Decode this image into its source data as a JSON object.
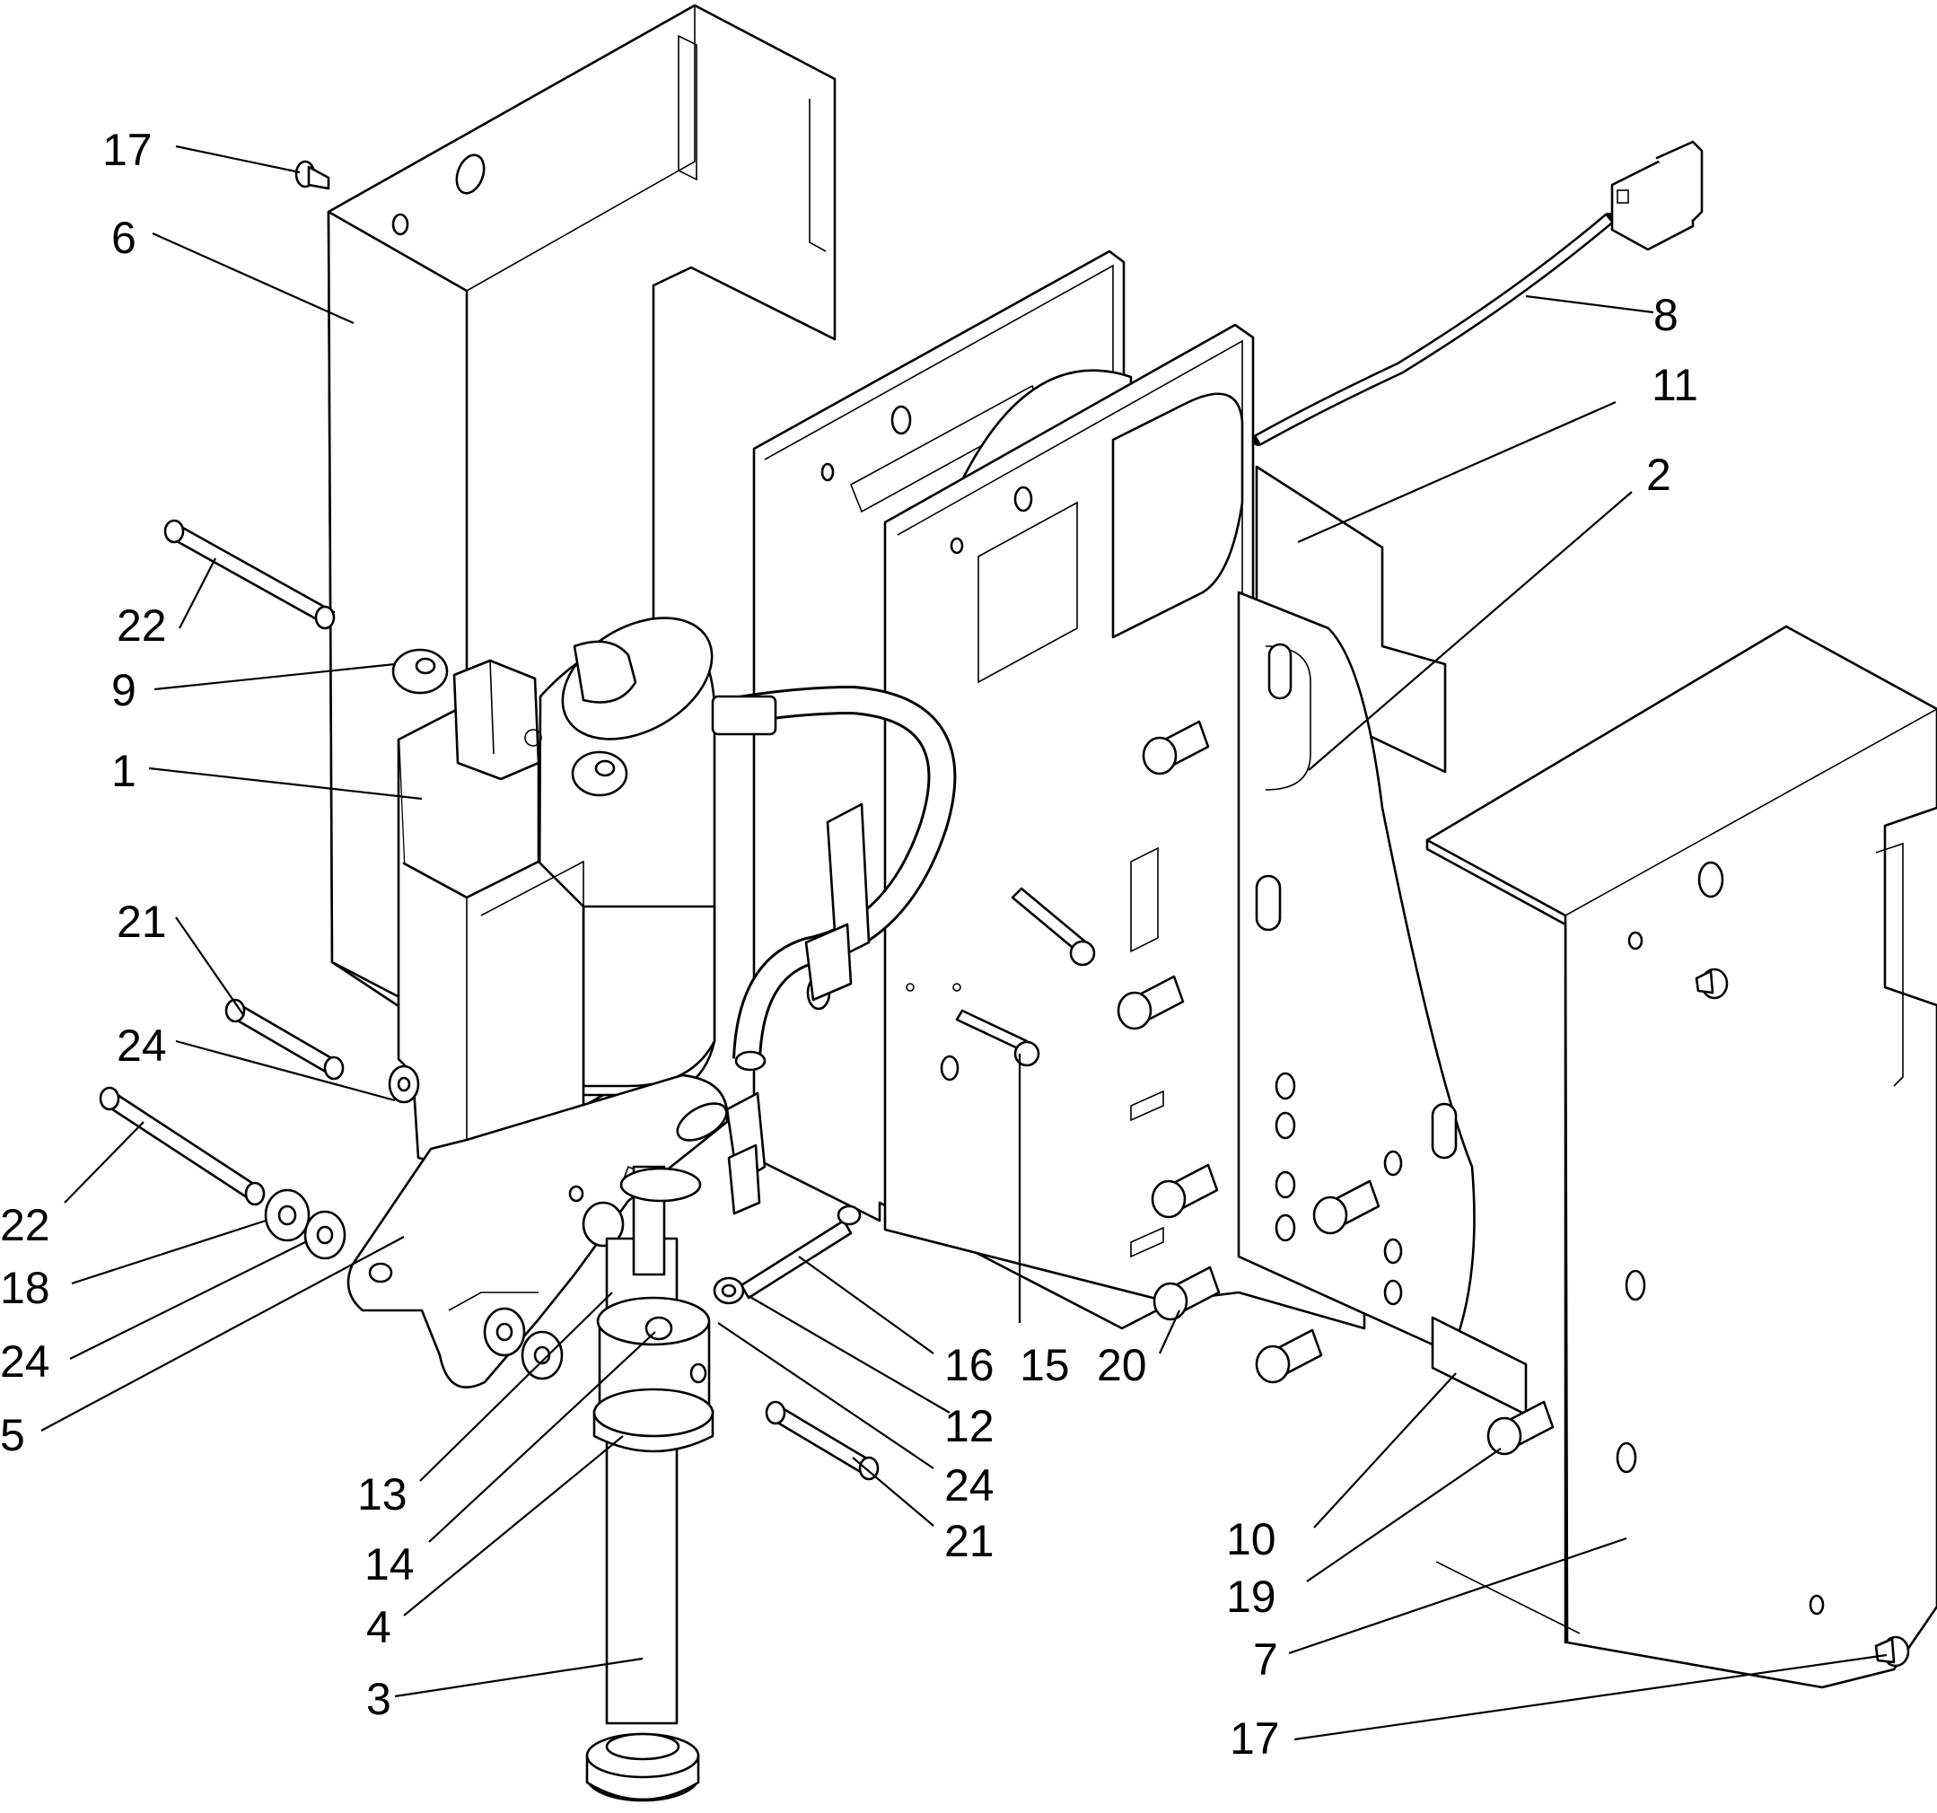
{
  "diagram": {
    "callouts": [
      {
        "id": "c17a",
        "label": "17"
      },
      {
        "id": "c6",
        "label": "6"
      },
      {
        "id": "c22a",
        "label": "22"
      },
      {
        "id": "c9",
        "label": "9"
      },
      {
        "id": "c1",
        "label": "1"
      },
      {
        "id": "c21a",
        "label": "21"
      },
      {
        "id": "c24a",
        "label": "24"
      },
      {
        "id": "c22b",
        "label": "22"
      },
      {
        "id": "c18",
        "label": "18"
      },
      {
        "id": "c24b",
        "label": "24"
      },
      {
        "id": "c5",
        "label": "5"
      },
      {
        "id": "c13",
        "label": "13"
      },
      {
        "id": "c14",
        "label": "14"
      },
      {
        "id": "c4",
        "label": "4"
      },
      {
        "id": "c3",
        "label": "3"
      },
      {
        "id": "c16",
        "label": "16"
      },
      {
        "id": "c15",
        "label": "15"
      },
      {
        "id": "c20",
        "label": "20"
      },
      {
        "id": "c12",
        "label": "12"
      },
      {
        "id": "c24c",
        "label": "24"
      },
      {
        "id": "c21b",
        "label": "21"
      },
      {
        "id": "c10",
        "label": "10"
      },
      {
        "id": "c19",
        "label": "19"
      },
      {
        "id": "c7",
        "label": "7"
      },
      {
        "id": "c17b",
        "label": "17"
      },
      {
        "id": "c8",
        "label": "8"
      },
      {
        "id": "c11",
        "label": "11"
      },
      {
        "id": "c2",
        "label": "2"
      }
    ]
  }
}
